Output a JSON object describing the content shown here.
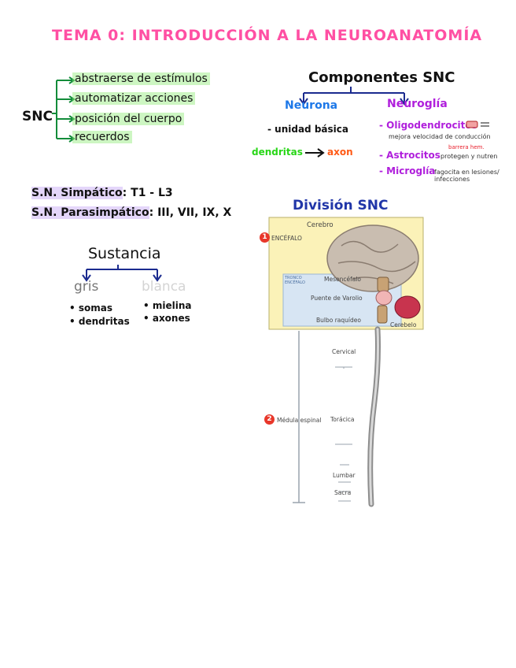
{
  "title": "TEMA 0: INTRODUCCIÓN A LA NEUROANATOMÍA",
  "snc_map": {
    "label": "SNC",
    "items": [
      "abstraerse de estímulos",
      "automatizar acciones",
      "posición del cuerpo",
      "recuerdos"
    ]
  },
  "componentes": {
    "title": "Componentes SNC",
    "neurona": {
      "label": "Neurona",
      "unidad": "- unidad básica",
      "dendritas": "dendritas",
      "axon": "axon"
    },
    "neuroglia": {
      "label": "Neuroglía",
      "items": [
        {
          "name": "- Oligodendrocitos",
          "note": "mejora velocidad de conducción"
        },
        {
          "name": "- Astrocitos",
          "note_small": "barrera hem.",
          "note": "protegen y nutren"
        },
        {
          "name": "- Microglía",
          "note": "fagocita en lesiones/ infecciones"
        }
      ]
    }
  },
  "simpatico": {
    "label": "S.N. Simpático",
    "value": ": T1 - L3"
  },
  "parasimpatico": {
    "label": "S.N. Parasimpático",
    "value": ": III, VII, IX, X"
  },
  "sustancia": {
    "title": "Sustancia",
    "gris": {
      "label": "gris",
      "items": [
        "• somas",
        "• dendritas"
      ]
    },
    "blanca": {
      "label": "blanca",
      "items": [
        "• mielina",
        "• axones"
      ]
    }
  },
  "division": {
    "title": "División SNC",
    "labels": {
      "cerebro": "Cerebro",
      "encefalo": "ENCÉFALO",
      "tronco": "TRONCO ENCÉFALO",
      "mesencefalo": "Mesencéfalo",
      "puente": "Puente de Varolio",
      "bulbo": "Bulbo raquídeo",
      "cerebelo": "Cerebelo",
      "cervical": "Cervical",
      "medula": "Médula espinal",
      "toracica": "Torácica",
      "lumbar": "Lumbar",
      "sacra": "Sacra"
    },
    "badges": [
      "1",
      "2"
    ]
  },
  "colors": {
    "title_pink": "#ff4fa3",
    "neurona_blue": "#1d78e8",
    "neuroglia_purple": "#b01fdc",
    "arrow_green": "#138c3a",
    "arrow_navy": "#1b2b8f",
    "division_blue": "#2136a8",
    "encefalo_box": "#fbf2b8"
  }
}
